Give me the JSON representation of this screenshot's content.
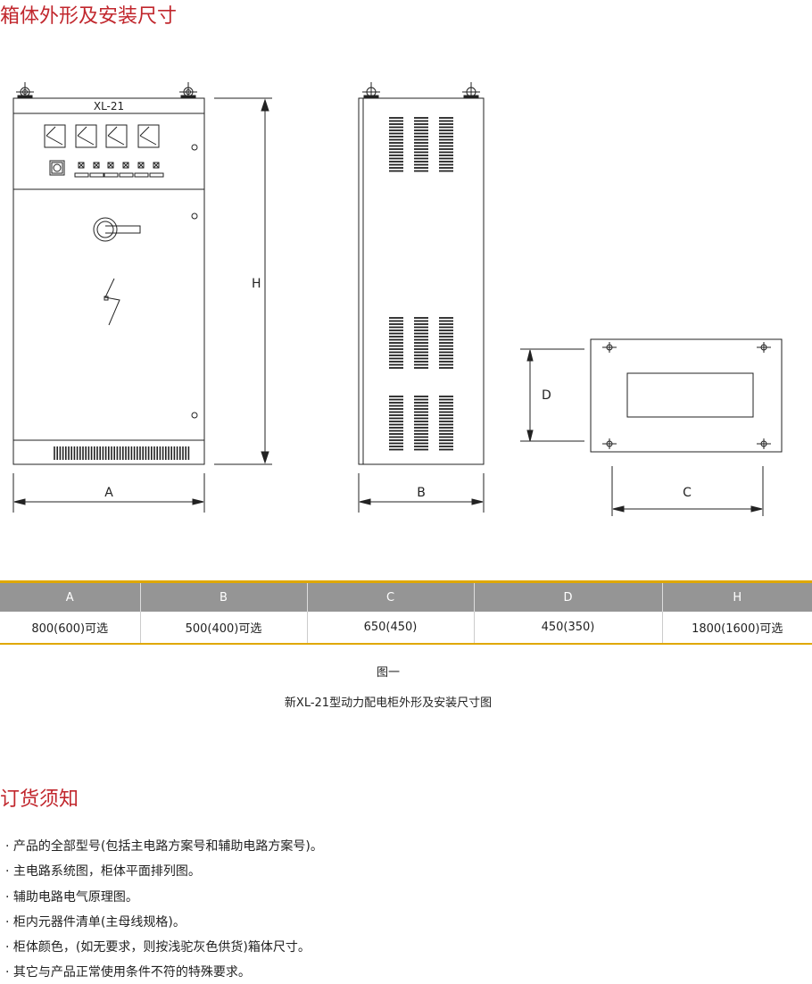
{
  "section1_title": "箱体外形及安装尺寸",
  "drawing": {
    "model": "XL-21",
    "H": "H",
    "A": "A",
    "B": "B",
    "C": "C",
    "D": "D"
  },
  "table": {
    "headers": [
      "A",
      "B",
      "C",
      "D",
      "H"
    ],
    "values": [
      "800(600)可选",
      "500(400)可选",
      "650(450)",
      "450(350)",
      "1800(1600)可选"
    ]
  },
  "figure_label": "图一",
  "figure_caption": "新XL-21型动力配电柜外形及安装尺寸图",
  "section2_title": "订货须知",
  "notes": [
    "产品的全部型号(包括主电路方案号和辅助电路方案号)。",
    "主电路系统图，柜体平面排列图。",
    "辅助电路电气原理图。",
    "柜内元器件清单(主母线规格)。",
    "柜体颜色，(如无要求，则按浅驼灰色供货)箱体尺寸。",
    "其它与产品正常使用条件不符的特殊要求。"
  ]
}
